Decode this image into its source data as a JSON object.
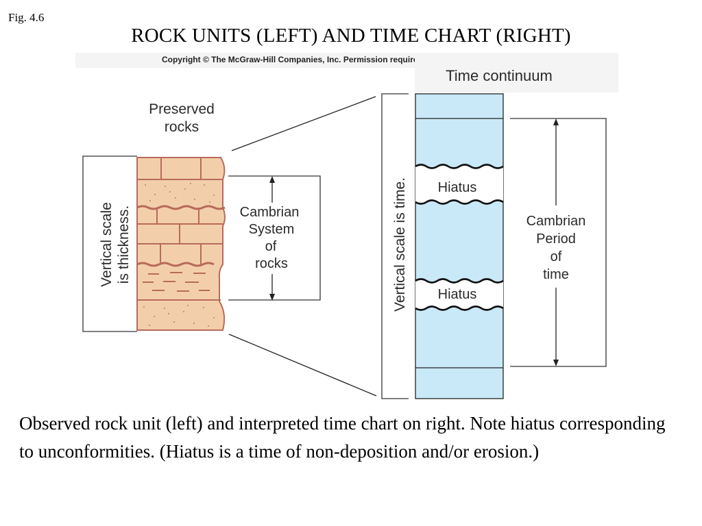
{
  "figure_label": "Fig. 4.6",
  "title": "ROCK UNITS (LEFT) AND TIME CHART (RIGHT)",
  "copyright": "Copyright © The McGraw-Hill Companies, Inc. Permission required for reproduction or display.",
  "left": {
    "heading_line1": "Preserved",
    "heading_line2": "rocks",
    "scale_line1": "Vertical scale",
    "scale_line2": "is thickness.",
    "system_line1": "Cambrian",
    "system_line2": "System",
    "system_line3": "of",
    "system_line4": "rocks"
  },
  "right": {
    "heading": "Time continuum",
    "scale": "Vertical scale is time.",
    "hiatus_upper": "Hiatus",
    "hiatus_lower": "Hiatus",
    "period_line1": "Cambrian",
    "period_line2": "Period",
    "period_line3": "of",
    "period_line4": "time"
  },
  "colors": {
    "rock_fill": "#f2cfaa",
    "rock_line": "#b86a5c",
    "time_fill": "#c9e8f8"
  },
  "caption": "Observed rock unit (left) and interpreted time chart on right. Note hiatus corresponding to unconformities. (Hiatus is a time of non-deposition and/or erosion.)"
}
